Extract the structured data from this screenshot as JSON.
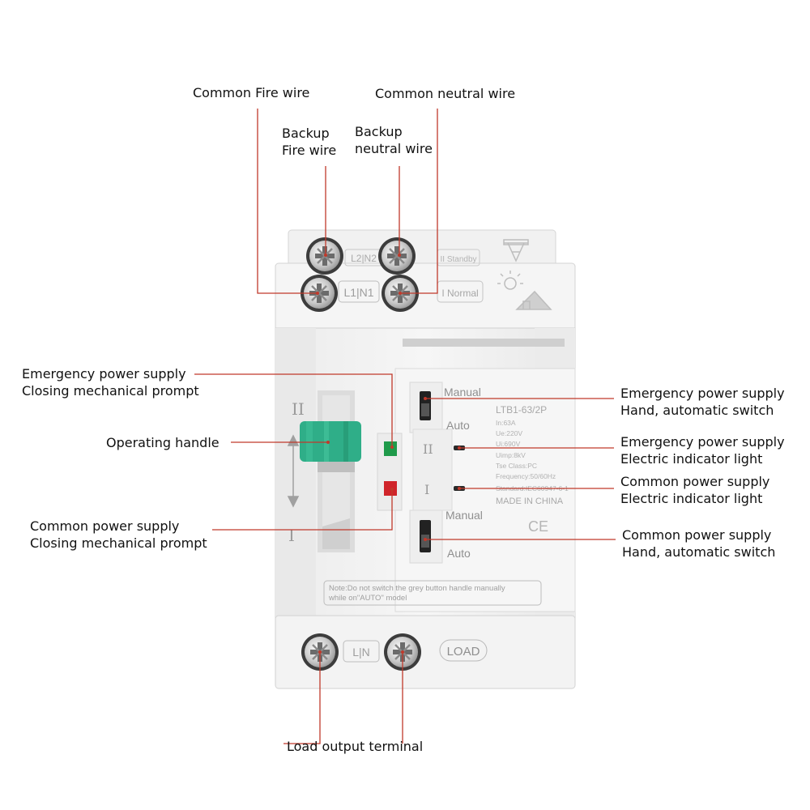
{
  "labels": {
    "common_fire_wire": "Common Fire wire",
    "common_neutral_wire": "Common neutral wire",
    "backup_fire_wire": [
      "Backup",
      "Fire wire"
    ],
    "backup_neutral_wire": [
      "Backup",
      "neutral wire"
    ],
    "emergency_closing_prompt": [
      "Emergency power supply",
      "Closing mechanical prompt"
    ],
    "operating_handle": "Operating handle",
    "common_closing_prompt": [
      "Common power supply",
      "Closing mechanical prompt"
    ],
    "emergency_hand_auto_switch": [
      "Emergency power supply",
      "Hand, automatic switch"
    ],
    "emergency_indicator_light": [
      "Emergency power supply",
      "Electric indicator light"
    ],
    "common_indicator_light": [
      "Common power supply",
      "Electric indicator light"
    ],
    "common_hand_auto_switch": [
      "Common power supply",
      "Hand, automatic switch"
    ],
    "load_output_terminal": "Load output terminal"
  },
  "device": {
    "standby_terminals": "L2|N2",
    "standby_label": "II Standby",
    "normal_terminals": "L1|N1",
    "normal_label": "I Normal",
    "position_2": "II",
    "position_1": "I",
    "manual": "Manual",
    "auto": "Auto",
    "model": "LTB1-63/2P",
    "specs": [
      "In:63A",
      "Ue:220V",
      "Ui:690V",
      "Uimp:8kV",
      "Tse Class:PC",
      "Frequency:50/60Hz",
      "Standard:IEC60947-6-1"
    ],
    "made_in": "MADE IN CHINA",
    "ce_mark": "CE",
    "note": [
      "Note:Do not switch the grey button handle manually",
      "while on\"AUTO\" model"
    ],
    "load_terminals": "L|N",
    "load_label": "LOAD"
  },
  "colors": {
    "leader_line": "#c0392b",
    "handle": "#2fae88",
    "indicator_green": "#1f9a4a",
    "indicator_red": "#d0242a",
    "housing": "#f0f0f0"
  }
}
